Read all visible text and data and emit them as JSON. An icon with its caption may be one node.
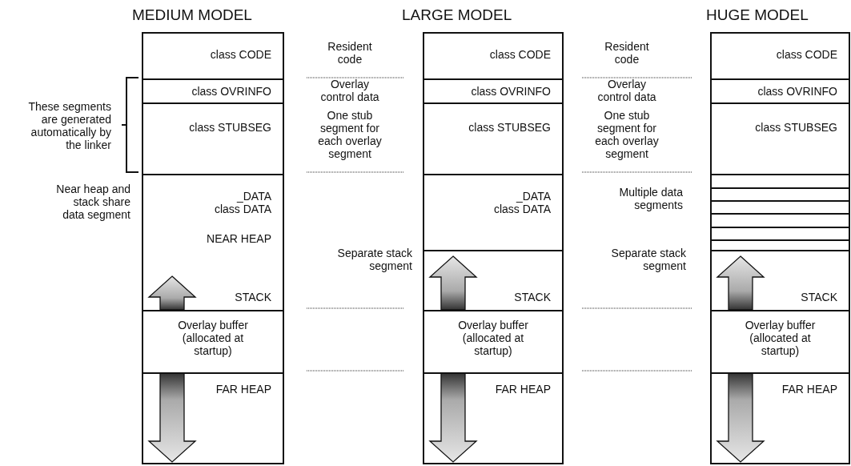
{
  "diagram": {
    "nodes": [
      {
        "text": [
          "MEDIUM MODEL"
        ]
      },
      {
        "text": [
          "class CODE"
        ],
        "in": 0
      },
      {
        "text": [
          "class OVRINFO"
        ],
        "in": 0
      },
      {
        "text": [
          "class STUBSEG"
        ],
        "in": 0
      },
      {
        "text": [
          "_DATA class DATA",
          "NEAR HEAP",
          "STACK"
        ],
        "in": 0
      },
      {
        "text": [
          "Overlay buffer (allocated at startup)"
        ],
        "in": 0
      },
      {
        "text": [
          "FAR HEAP"
        ],
        "in": 0
      },
      {
        "text": [
          "LARGE MODEL"
        ]
      },
      {
        "text": [
          "class CODE"
        ],
        "in": 7
      },
      {
        "text": [
          "class OVRINFO"
        ],
        "in": 7
      },
      {
        "text": [
          "class STUBSEG"
        ],
        "in": 7
      },
      {
        "text": [
          "_DATA class DATA"
        ],
        "in": 7
      },
      {
        "text": [
          "STACK"
        ],
        "in": 7
      },
      {
        "text": [
          "Overlay buffer (allocated at startup)"
        ],
        "in": 7
      },
      {
        "text": [
          "FAR HEAP"
        ],
        "in": 7
      },
      {
        "text": [
          "HUGE MODEL"
        ]
      },
      {
        "text": [
          "class CODE"
        ],
        "in": 15
      },
      {
        "text": [
          "class OVRINFO"
        ],
        "in": 15
      },
      {
        "text": [
          "class STUBSEG"
        ],
        "in": 15
      },
      {
        "text": [],
        "shape": "box",
        "in": 15
      },
      {
        "text": [],
        "shape": "box",
        "in": 15
      },
      {
        "text": [],
        "shape": "box",
        "in": 15
      },
      {
        "text": [],
        "shape": "box",
        "in": 15
      },
      {
        "text": [],
        "shape": "box",
        "in": 15
      },
      {
        "text": [],
        "shape": "box",
        "in": 15
      },
      {
        "text": [
          "STACK"
        ],
        "in": 15
      },
      {
        "text": [
          "Overlay buffer (allocated at startup)"
        ],
        "in": 15
      },
      {
        "text": [
          "FAR HEAP"
        ],
        "in": 15
      }
    ],
    "labels": [
      "These segments are generated automatically by the linker",
      "Near heap and stack share data segment",
      "Resident code",
      "Overlay control data",
      "One stub segment for each overlay segment",
      "Separate stack segment",
      "Resident code",
      "Overlay control data",
      "One stub segment for each overlay segment",
      "Multiple data segments",
      "Separate stack segment"
    ]
  }
}
